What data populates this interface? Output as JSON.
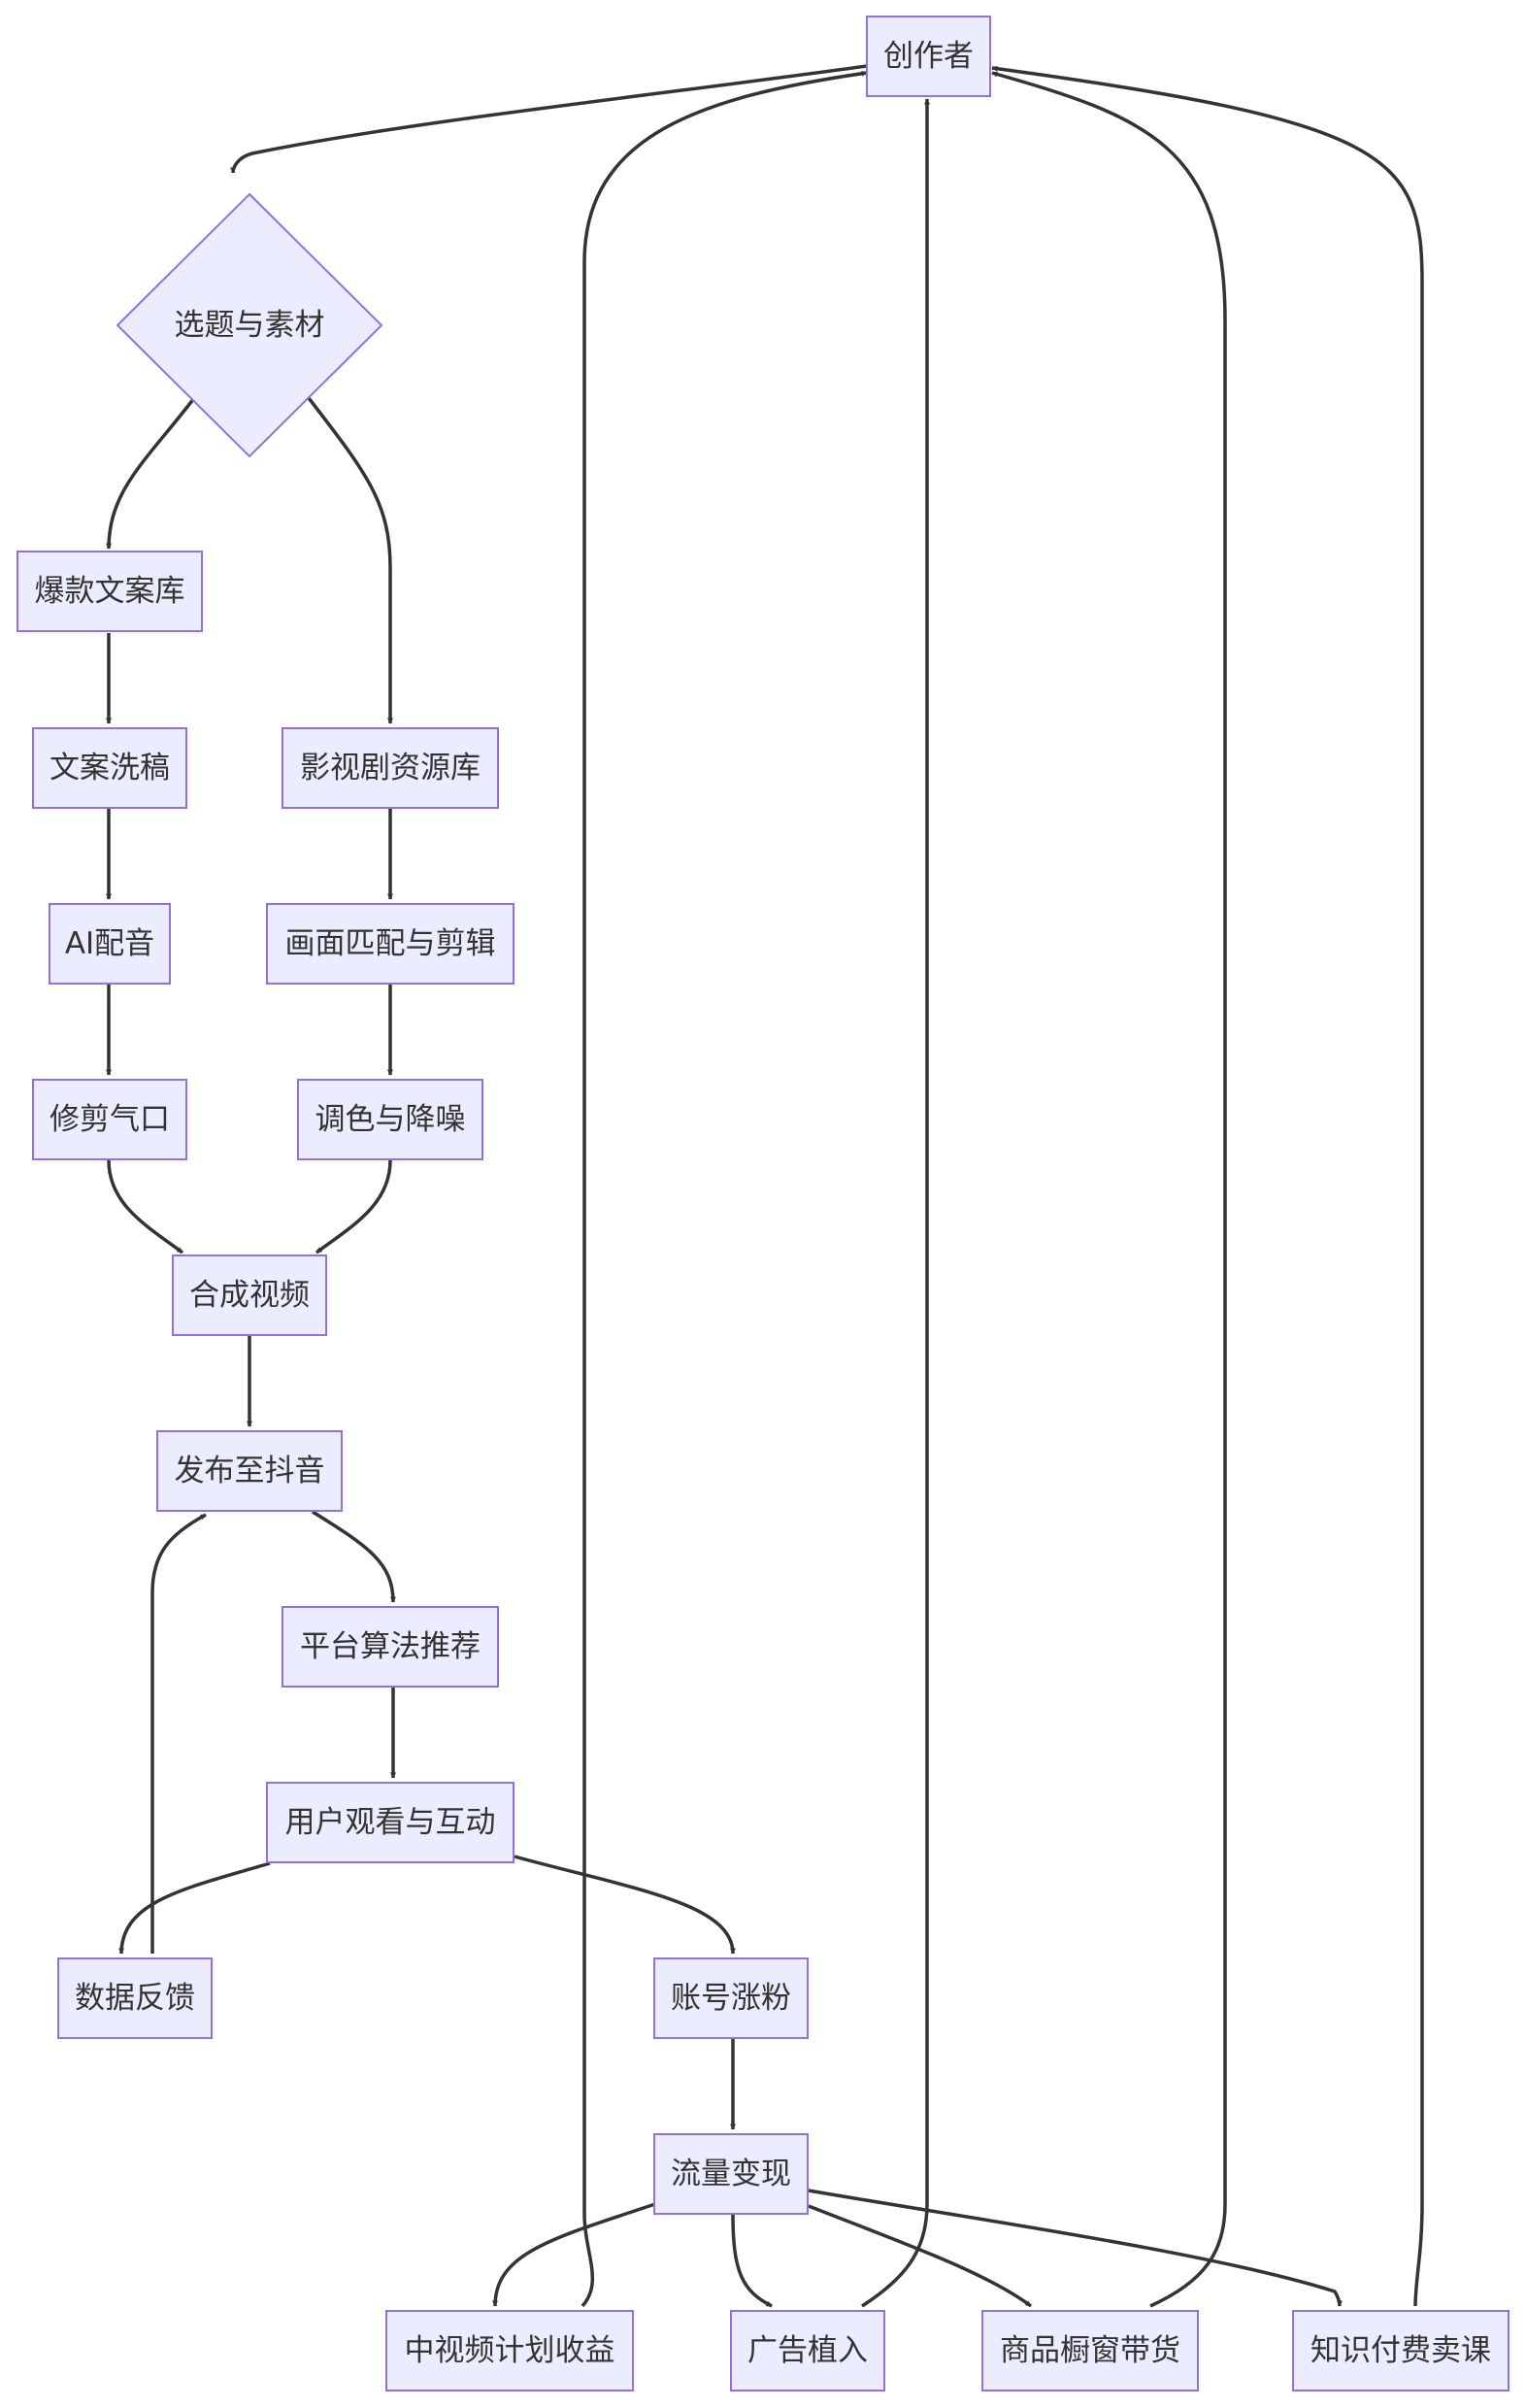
{
  "nodes": {
    "creator": "创作者",
    "topic": "选题与素材",
    "copy_library": "爆款文案库",
    "copy_rewrite": "文案洗稿",
    "ai_voice": "AI配音",
    "trim_breath": "修剪气口",
    "film_library": "影视剧资源库",
    "match_edit": "画面匹配与剪辑",
    "color_denoise": "调色与降噪",
    "compose_video": "合成视频",
    "publish": "发布至抖音",
    "algorithm": "平台算法推荐",
    "user_engage": "用户观看与互动",
    "feedback": "数据反馈",
    "followers": "账号涨粉",
    "monetize": "流量变现",
    "mid_video": "中视频计划收益",
    "ads": "广告植入",
    "showcase": "商品橱窗带货",
    "course": "知识付费卖课"
  },
  "colors": {
    "node_fill": "#ececff",
    "node_stroke": "#9370db",
    "edge": "#333333",
    "text": "#333333"
  }
}
